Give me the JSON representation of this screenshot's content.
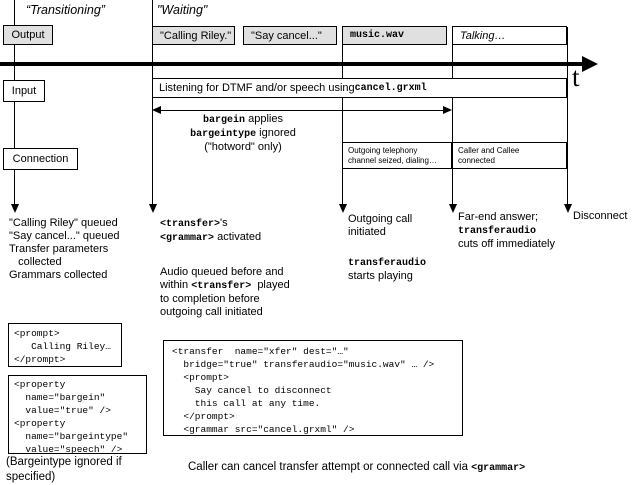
{
  "phases": {
    "transitioning": "“Transitioning”",
    "waiting": "\"Waiting\""
  },
  "row_labels": {
    "output": "Output",
    "input": "Input",
    "connection": "Connection"
  },
  "output_boxes": {
    "calling_riley": "\"Calling Riley.\"",
    "say_cancel": "\"Say cancel...\"",
    "music_wav": "music.wav",
    "talking": "Talking…"
  },
  "timeline": {
    "axis_label": "t"
  },
  "input_row": {
    "text": "Listening for DTMF and/or speech using ",
    "code": "cancel.grxml"
  },
  "bargein_note": {
    "l1_code": "bargein",
    "l1_text": " applies",
    "l2_code": "bargeintype",
    "l2_text": " ignored",
    "l3": "(\"hotword\" only)"
  },
  "connection_boxes": {
    "outgoing": "Outgoing telephony\nchannel seized, dialing…",
    "connected": "Caller and Callee\nconnected"
  },
  "events": {
    "e1": "\"Calling Riley\" queued\n\"Say cancel...\" queued\nTransfer parameters\n   collected\nGrammars collected",
    "e2a_code1": "<transfer>",
    "e2a_text1": "'s\n",
    "e2a_code2": "<grammar>",
    "e2a_text2": " activated",
    "e2b_text1": "Audio queued before and\nwithin ",
    "e2b_code": "<transfer>",
    "e2b_text2": "  played\nto completion before\noutgoing call initiated",
    "e3a": "Outgoing call\ninitiated",
    "e3b_code": "transferaudio",
    "e3b_text": "\nstarts playing",
    "e4_text1": "Far-end answer;\n",
    "e4_code": "transferaudio",
    "e4_text2": "\ncuts off immediately",
    "e5": "Disconnect"
  },
  "code_boxes": {
    "prompt": "<prompt>\n   Calling Riley…\n</prompt>",
    "property": "<property\n  name=\"bargein\"\n  value=\"true\" />\n<property\n  name=\"bargeintype\"\n  value=\"speech\" />",
    "transfer": "<transfer  name=\"xfer\" dest=\"…\"\n  bridge=\"true\" transferaudio=\"music.wav\" … />\n  <prompt>\n    Say cancel to disconnect\n    this call at any time.\n  </prompt>\n  <grammar src=\"cancel.grxml\" />"
  },
  "captions": {
    "bargeintype_note": "(Bargeintype ignored if specified)",
    "cancel_text": "Caller can cancel transfer attempt or connected call via ",
    "cancel_code": "<grammar>"
  },
  "colors": {
    "box_fill": "#e0e0e0",
    "line": "#000000",
    "background": "#ffffff"
  }
}
